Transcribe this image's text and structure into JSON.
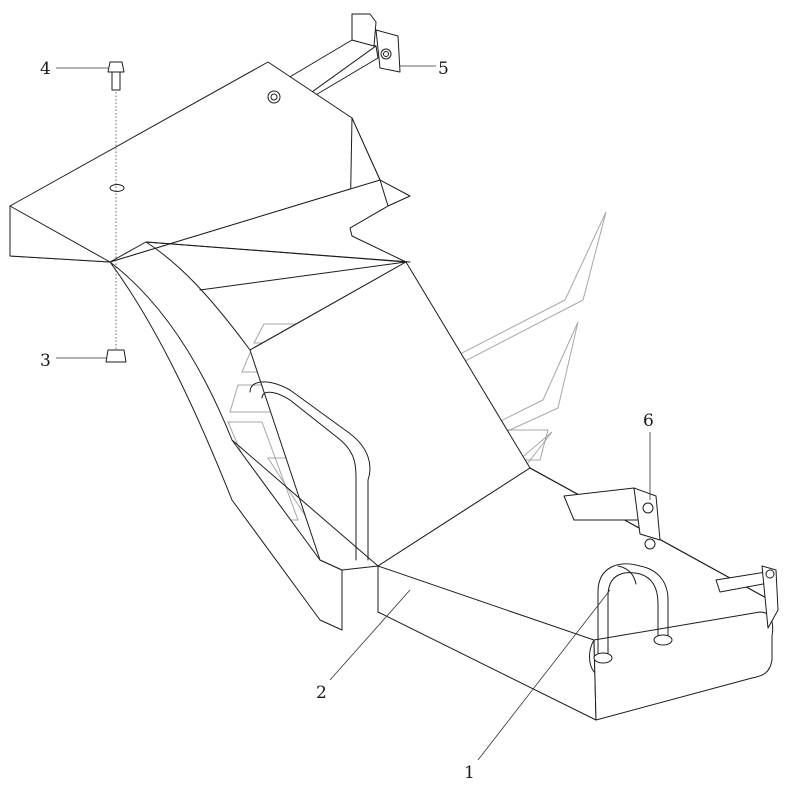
{
  "callouts": [
    {
      "id": "1",
      "text": "1"
    },
    {
      "id": "2",
      "text": "2"
    },
    {
      "id": "3",
      "text": "3"
    },
    {
      "id": "4",
      "text": "4"
    },
    {
      "id": "5",
      "text": "5"
    },
    {
      "id": "6",
      "text": "6"
    }
  ],
  "colors": {
    "line": "#1c1c1c",
    "watermark": "#8a8a8a",
    "background": "#ffffff"
  }
}
